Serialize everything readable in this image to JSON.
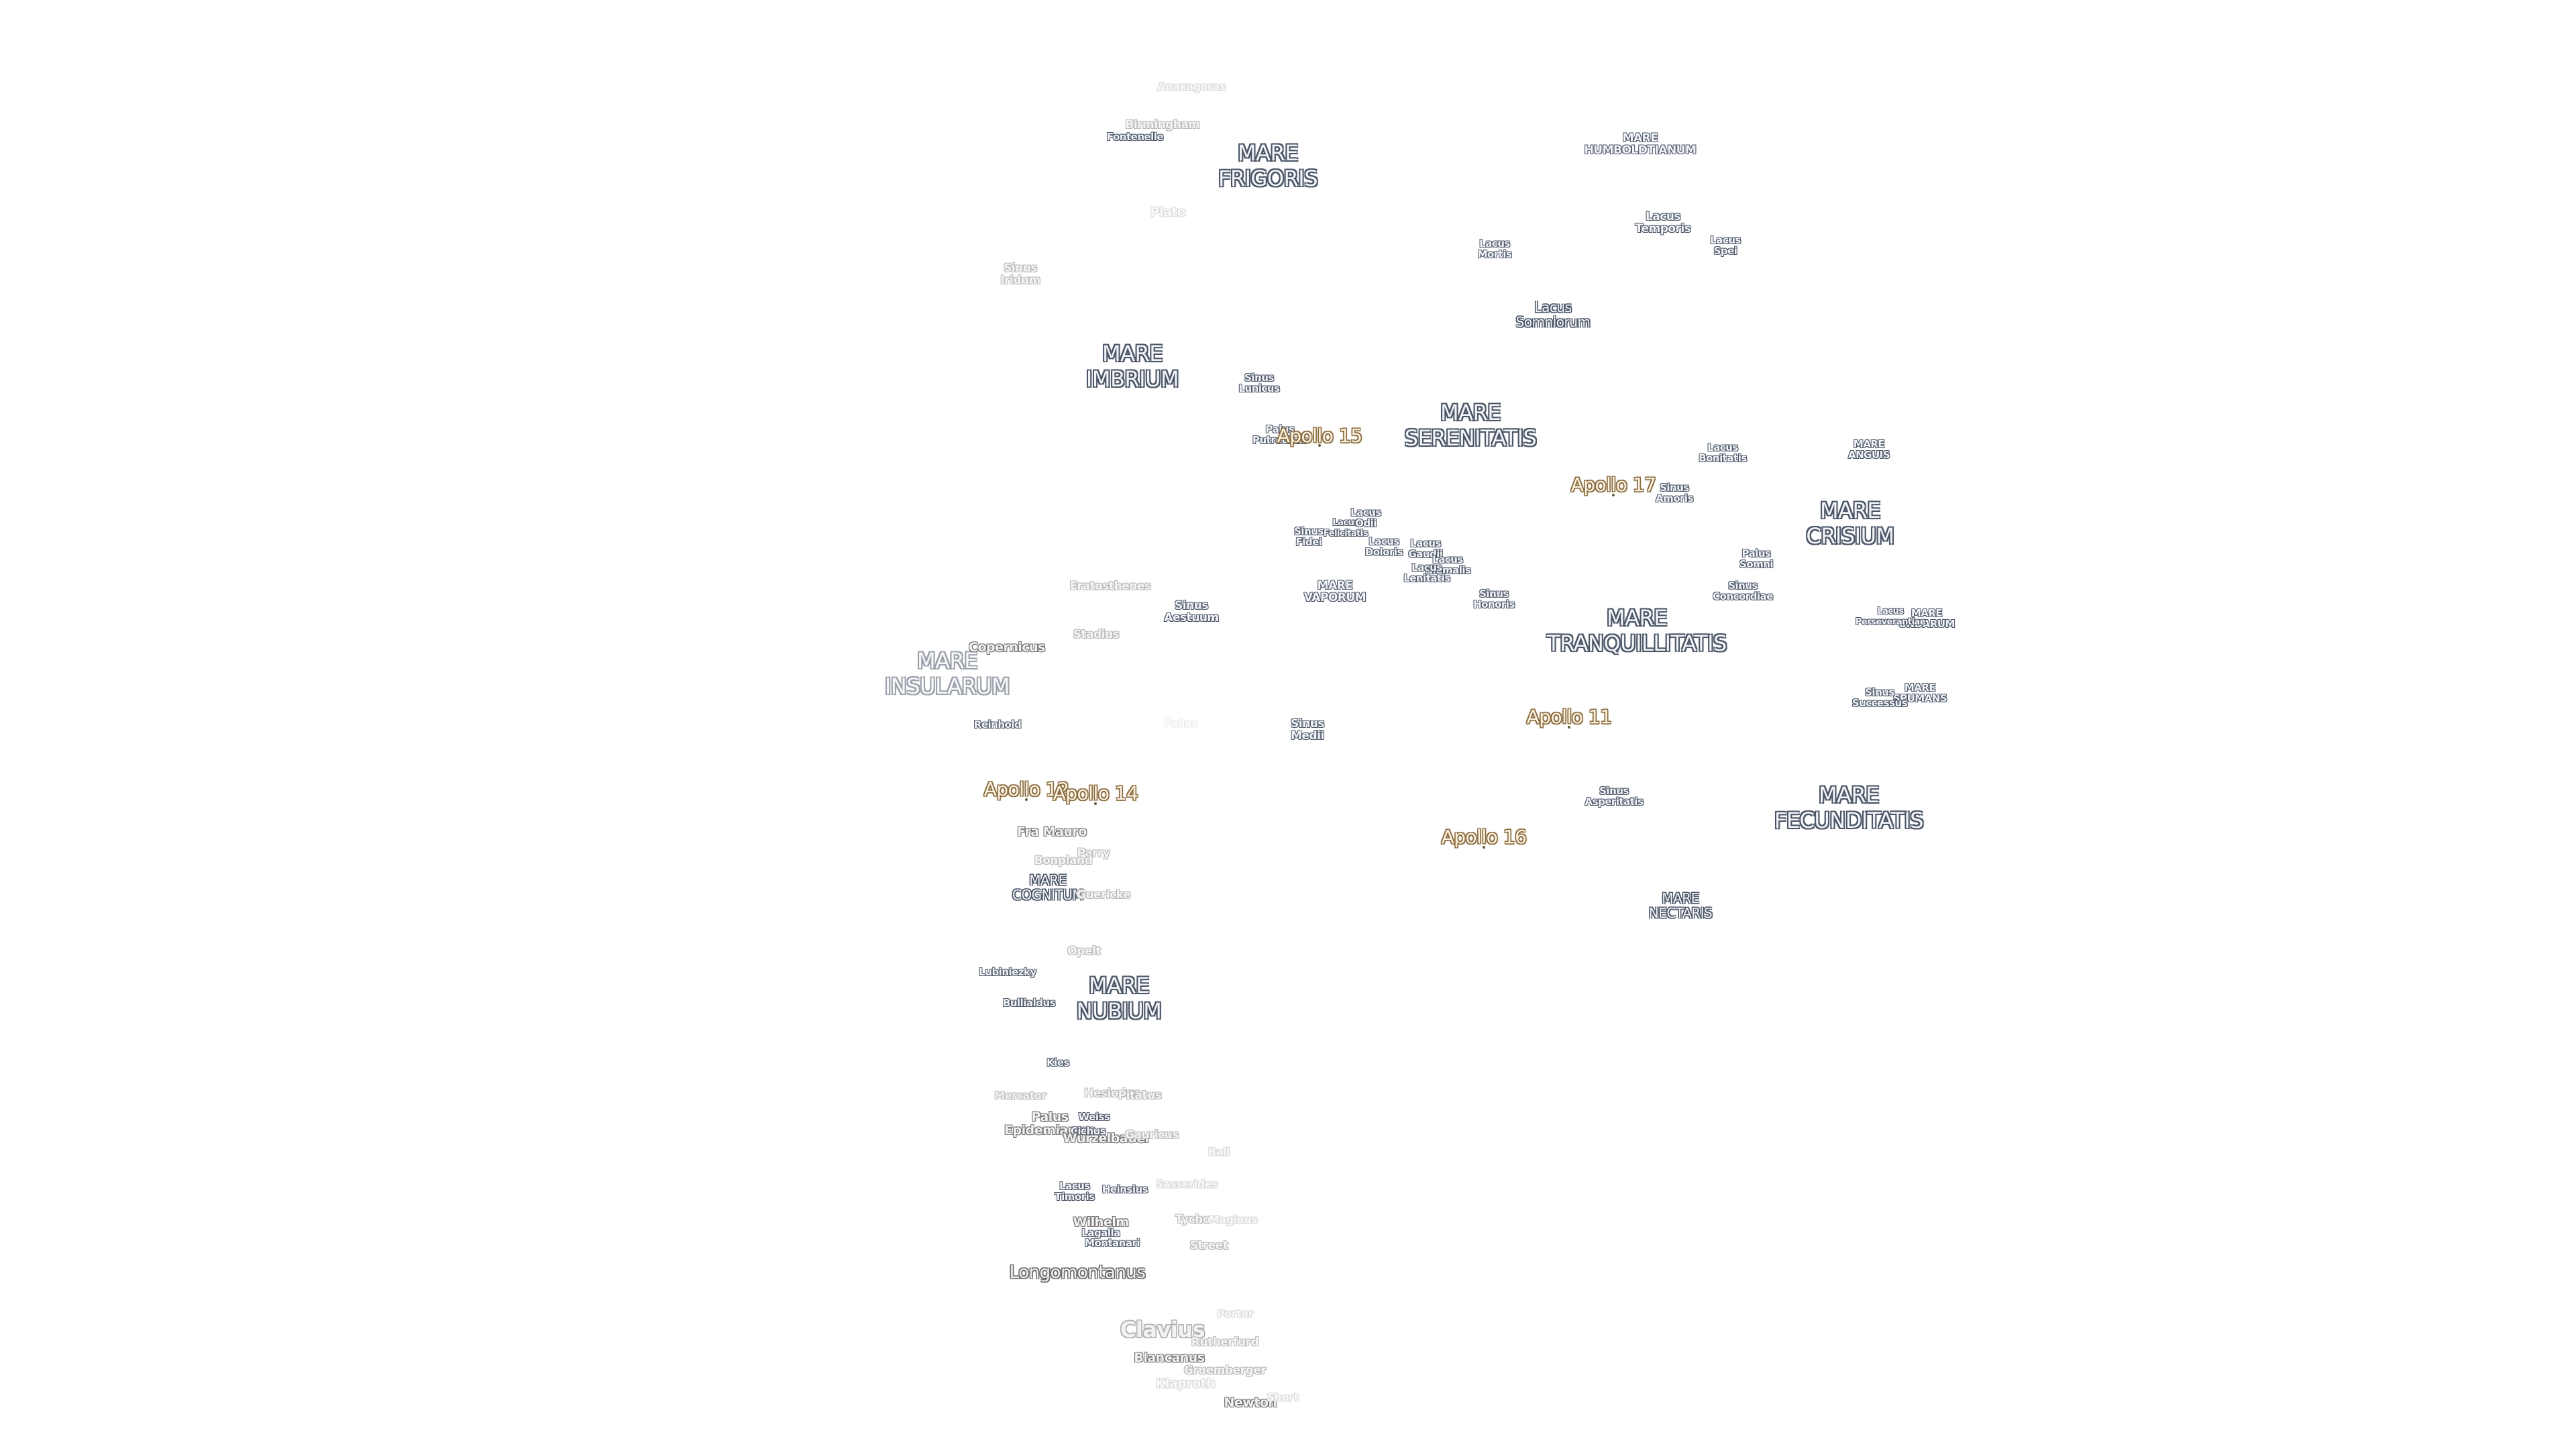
{
  "maria": [
    "MARE\nFRIGORIS",
    "MARE\nIMBRIUM",
    "MARE\nSERENITATIS",
    "MARE\nTRANQUILLITATIS",
    "MARE\nCRISIUM",
    "MARE\nFECUNDITATIS",
    "MARE\nNECTARIS",
    "MARE\nNUBIUM",
    "MARE\nINSULARUM",
    "MARE\nCOGNITUM",
    "MARE\nVAPORUM",
    "MARE\nHUMBOLDTIANUM",
    "MARE\nANGUIS",
    "MARE\nUNDARUM",
    "MARE\nSPUMANS"
  ],
  "features": [
    "Sinus\nIridum",
    "Sinus\nLunicus",
    "Lacus\nMortis",
    "Lacus\nTemporis",
    "Lacus\nSpei",
    "Lacus\nSomniorum",
    "Lacus\nBonitatis",
    "Palus\nPutredinis",
    "Sinus\nAmoris",
    "Palus\nSomni",
    "Sinus\nConcordiae",
    "Lacus\nPerseverantiae",
    "Sinus\nSuccessus",
    "Sinus\nAestuum",
    "Sinus\nMedii",
    "Sinus\nHonoris",
    "Sinus\nAsperitatis",
    "Sinus\nFidei",
    "Lacus\nFelicitatis",
    "Lacus\nOdii",
    "Lacus\nDoloris",
    "Lacus\nGaudii",
    "Lacus\nHiemalis",
    "Lacus\nLenitatis",
    "Lacus\nTimoris",
    "Palus\nEpidemiarum"
  ],
  "apollo_sites": [
    "Apollo 15",
    "Apollo 17",
    "Apollo 11",
    "Apollo 16",
    "Apollo 12",
    "Apollo 14"
  ],
  "craters": [
    "Anaxagoras",
    "Birmingham",
    "Fontenelle",
    "Plato",
    "Eratosthenes",
    "Copernicus",
    "Stadius",
    "Reinhold",
    "Fra Mauro",
    "Parry",
    "Bonpland",
    "Guericke",
    "Opelt",
    "Lubiniezky",
    "Bullialdus",
    "Kies",
    "Mercator",
    "Hesiodus",
    "Pitatus",
    "Weiss",
    "Cichus",
    "Wurzelbauer",
    "Gauricus",
    "Ball",
    "Heinsius",
    "Sasserides",
    "Wilhelm",
    "Lagalla",
    "Montanari",
    "Tycho",
    "Maginus",
    "Street",
    "Longomontanus",
    "Porter",
    "Clavius",
    "Rutherfurd",
    "Blancanus",
    "Gruemberger",
    "Klaproth",
    "Newton",
    "Short",
    "Pallas"
  ]
}
